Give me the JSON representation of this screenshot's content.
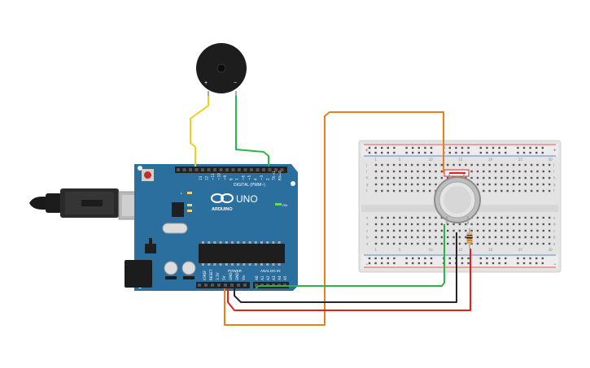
{
  "board": {
    "name": "UNO",
    "brand": "ARDUINO",
    "reset_label": "RESET",
    "digital_header": "DIGITAL (PWM~)",
    "power_header": "POWER",
    "analog_header": "ANALOG IN",
    "aref_label": "AREF",
    "gnd_label": "GND",
    "ioref_label": "IOREF",
    "tx_label": "TX",
    "rx_label": "RX",
    "l_label": "L",
    "on_label": "ON",
    "digital_pins": [
      "13",
      "12",
      "~11",
      "~10",
      "~9",
      "8",
      "7",
      "~6",
      "~5",
      "4",
      "~3",
      "2",
      "TX→1",
      "RX←0"
    ],
    "power_pins": [
      "IOREF",
      "RESET",
      "3.3V",
      "5V",
      "GND",
      "GND",
      "Vin"
    ],
    "analog_pins": [
      "A0",
      "A1",
      "A2",
      "A3",
      "A4",
      "A5"
    ]
  },
  "buzzer": {
    "plus_label": "+",
    "minus_label": "−"
  },
  "breadboard": {
    "row_letters_top": [
      "j",
      "i",
      "h",
      "g",
      "f"
    ],
    "row_letters_bottom": [
      "e",
      "d",
      "c",
      "b",
      "a"
    ],
    "column_numbers": [
      "1",
      "5",
      "10",
      "15",
      "20",
      "25",
      "30"
    ],
    "rail_plus": "+",
    "rail_minus": "−"
  },
  "colors": {
    "board": "#2b6f9e",
    "wire_orange": "#e8801a",
    "wire_green": "#2eb34a",
    "wire_yellow": "#f2cf1a",
    "wire_red": "#e02020",
    "wire_black": "#262626"
  }
}
